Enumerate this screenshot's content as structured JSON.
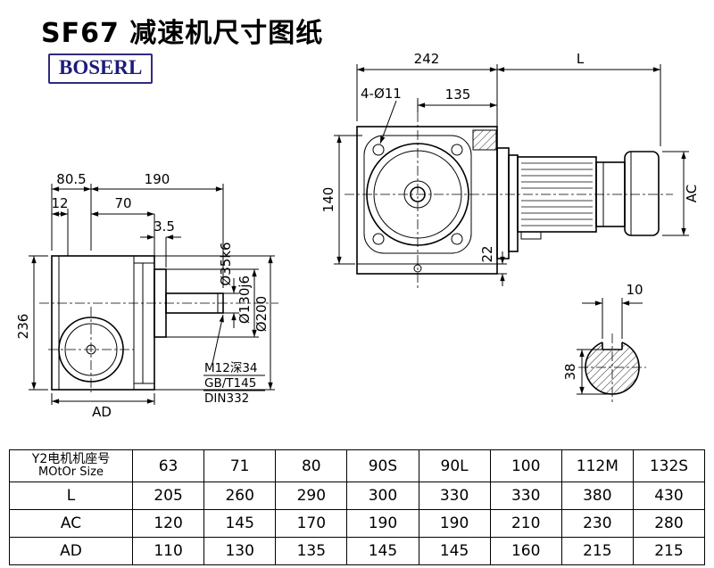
{
  "title": "SF67 减速机尺寸图纸",
  "logo": "BOSERL",
  "dims": {
    "w80_5": "80.5",
    "w190": "190",
    "w12": "12",
    "w70": "70",
    "w3_5": "3.5",
    "h236": "236",
    "ad": "AD",
    "shaft_dia": "Ø35k6",
    "spigot_dia": "Ø130j6",
    "flange_dia": "Ø200",
    "note1": "M12深34",
    "note2": "GB/T145",
    "note3": "DIN332",
    "w242": "242",
    "len_l": "L",
    "holes": "4-Ø11",
    "w135": "135",
    "h140": "140",
    "t22": "22",
    "ac": "AC",
    "key_w": "10",
    "key_d": "38"
  },
  "table": {
    "rows": [
      {
        "label_cn": "Y2电机机座号",
        "label_en": "MOtOr Size",
        "values": [
          "63",
          "71",
          "80",
          "90S",
          "90L",
          "100",
          "112M",
          "132S"
        ]
      },
      {
        "label": "L",
        "values": [
          "205",
          "260",
          "290",
          "300",
          "330",
          "330",
          "380",
          "430"
        ]
      },
      {
        "label": "AC",
        "values": [
          "120",
          "145",
          "170",
          "190",
          "190",
          "210",
          "230",
          "280"
        ]
      },
      {
        "label": "AD",
        "values": [
          "110",
          "130",
          "135",
          "145",
          "145",
          "160",
          "215",
          "215"
        ]
      }
    ]
  }
}
